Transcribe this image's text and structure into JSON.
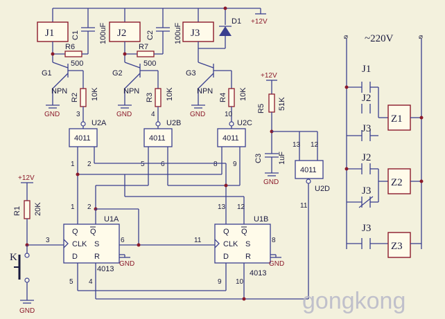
{
  "relays": [
    "J1",
    "J2",
    "J3"
  ],
  "caps": {
    "c1": "C1",
    "c1v": "100uF",
    "c2": "C2",
    "c2v": "100uF",
    "c3": "C3",
    "c3v": "1uF"
  },
  "diode": "D1",
  "vcc": "+12V",
  "gnd": "GND",
  "res": {
    "r6": "R6",
    "r6v": "500",
    "r7": "R7",
    "r7v": "500",
    "r2": "R2",
    "r2v": "10K",
    "r3": "R3",
    "r3v": "10K",
    "r4": "R4",
    "r4v": "10K",
    "r5": "R5",
    "r5v": "51K",
    "r1": "R1",
    "r1v": "20K"
  },
  "transistors": {
    "g1": "G1",
    "g2": "G2",
    "g3": "G3",
    "type": "NPN"
  },
  "gates": {
    "chip": "4011",
    "u2a": "U2A",
    "u2b": "U2B",
    "u2c": "U2C",
    "u2d": "U2D"
  },
  "ff": {
    "chip": "4013",
    "u1a": "U1A",
    "u1b": "U1B",
    "q": "Q",
    "qbar": "Q",
    "clk": "CLK",
    "s": "S",
    "d": "D",
    "r": "R"
  },
  "pins": {
    "p1": "1",
    "p2": "2",
    "p3": "3",
    "p4": "4",
    "p5": "5",
    "p6": "6",
    "p8": "8",
    "p9": "9",
    "p10": "10",
    "p11": "11",
    "p12": "12",
    "p13": "13"
  },
  "switch": "K",
  "mains": {
    "voltage": "~220V",
    "contacts": [
      "J1",
      "J2",
      "J3",
      "J2",
      "J3",
      "J3"
    ],
    "loads": [
      "Z1",
      "Z2",
      "Z3"
    ]
  },
  "watermark": "gongkong"
}
